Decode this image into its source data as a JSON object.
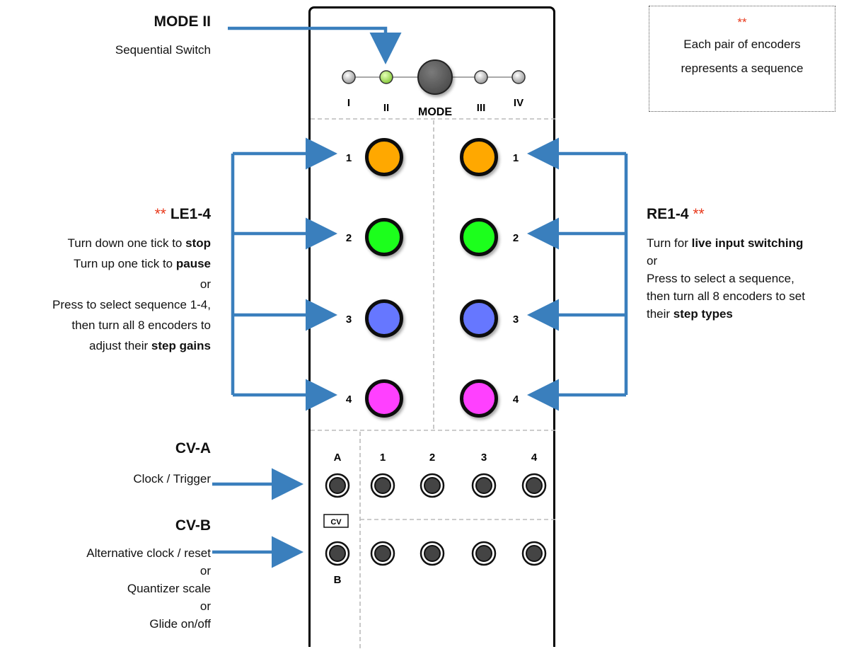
{
  "mode_section": {
    "title": "MODE II",
    "subtitle": "Sequential Switch"
  },
  "note": {
    "stars": "**",
    "line1": "Each pair of encoders",
    "line2": "represents a sequence"
  },
  "left_encoders": {
    "stars": "**",
    "title": "LE1-4",
    "lines": [
      {
        "pre": "Turn down one tick to ",
        "bold": "stop"
      },
      {
        "pre": "Turn up one tick to ",
        "bold": "pause"
      },
      {
        "pre": "or",
        "bold": ""
      },
      {
        "pre": "Press to select sequence 1-4,",
        "bold": ""
      },
      {
        "pre": "then turn all 8 encoders to",
        "bold": ""
      },
      {
        "pre": "adjust their ",
        "bold": "step gains"
      }
    ]
  },
  "right_encoders": {
    "title": "RE1-4",
    "stars": "**",
    "lines": [
      {
        "pre": "Turn for ",
        "bold": "live input switching"
      },
      {
        "pre": "or",
        "bold": ""
      },
      {
        "pre": "Press to select a sequence,",
        "bold": ""
      },
      {
        "pre": "then turn all 8 encoders to set",
        "bold": ""
      },
      {
        "pre": "their ",
        "bold": "step types"
      }
    ]
  },
  "cv_a": {
    "title": "CV-A",
    "lines": [
      "Clock / Trigger"
    ]
  },
  "cv_b": {
    "title": "CV-B",
    "lines": [
      "Alternative clock / reset",
      "or",
      "Quantizer scale",
      "or",
      "Glide on/off"
    ]
  },
  "panel": {
    "mode_leds": [
      "I",
      "II",
      "III",
      "IV"
    ],
    "mode_button_label": "MODE",
    "active_mode": "II",
    "encoder_numbers": [
      "1",
      "2",
      "3",
      "4"
    ],
    "encoder_colors": [
      "#ffa800",
      "#1aff1a",
      "#6677ff",
      "#ff40ff"
    ],
    "jack_col_labels": [
      "A",
      "1",
      "2",
      "3",
      "4"
    ],
    "cv_label": "CV",
    "b_label": "B"
  },
  "colors": {
    "arrow": "#3a7fbd",
    "led_active": "#a6e35a",
    "led_inactive": "#bbbbbb",
    "stars": "#e8391c"
  }
}
